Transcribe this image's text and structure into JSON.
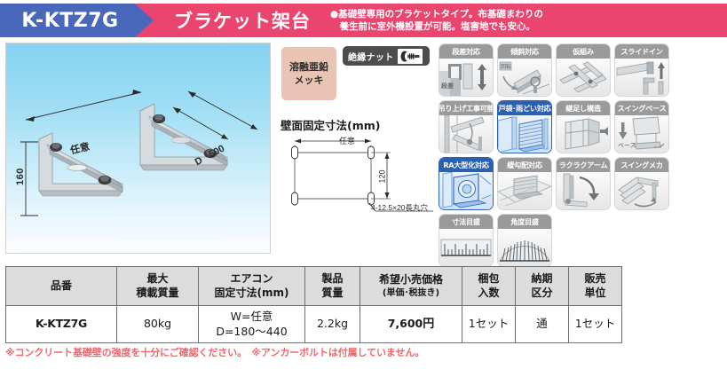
{
  "banner": {
    "product_code": "K-KTZ7G",
    "title": "ブラケット架台",
    "description": "●基礎壁専用のブラケットタイプ。布基礎まわりの\n　養生前に室外機設置が可能。塩害地でも安心。",
    "blue": "#4a68bb",
    "pink": "#e9456e"
  },
  "photo": {
    "name": "bracket-product-photo",
    "dimensions": {
      "height": "160",
      "width_label": "任意",
      "depth_max": "500",
      "depth_letter": "D"
    }
  },
  "middle": {
    "galvanize_badge": {
      "line1": "溶融亜鉛",
      "line2": "メッキ",
      "color": "#e9c3b3"
    },
    "nut_badge": {
      "label": "絶縁ナット",
      "icon": "insulating-nut-icon",
      "color": "#4d4d4d"
    },
    "wall_diagram": {
      "title": "壁面固定寸法(mm)",
      "width_label": "任意",
      "height_label": "120",
      "hole_note": "4-12.5×20長丸穴"
    }
  },
  "features": [
    {
      "label": "段差対応",
      "icon": "step-clearance-icon",
      "highlight": false,
      "sub": "段差"
    },
    {
      "label": "傾斜対応",
      "icon": "slope-adaptive-icon",
      "highlight": false,
      "sub": "回転"
    },
    {
      "label": "仮組み",
      "icon": "pre-assembly-icon",
      "highlight": false,
      "sub": ""
    },
    {
      "label": "スライドイン",
      "icon": "slide-in-icon",
      "highlight": false,
      "sub": ""
    },
    {
      "label": "吊り上げ工事可能",
      "icon": "hoisting-work-icon",
      "highlight": false,
      "sub": ""
    },
    {
      "label": "戸袋･雨どい対応",
      "icon": "shutter-gutter-icon",
      "highlight": true,
      "sub": ""
    },
    {
      "label": "継足し構造",
      "icon": "extension-structure-icon",
      "highlight": false,
      "sub": ""
    },
    {
      "label": "スイングベース",
      "icon": "swing-base-icon",
      "highlight": false,
      "sub": "ベース"
    },
    {
      "label": "RA大型化対応",
      "icon": "large-ra-unit-icon",
      "highlight": true,
      "sub": ""
    },
    {
      "label": "緩勾配対応",
      "icon": "gentle-slope-icon",
      "highlight": false,
      "sub": ""
    },
    {
      "label": "ラクラクアーム",
      "icon": "easy-arm-icon",
      "highlight": false,
      "sub": ""
    },
    {
      "label": "スイングメカ",
      "icon": "swing-mechanism-icon",
      "highlight": false,
      "sub": ""
    },
    {
      "label": "寸法目盛",
      "icon": "dimension-scale-icon",
      "highlight": false,
      "sub": ""
    },
    {
      "label": "角度目盛",
      "icon": "angle-scale-icon",
      "highlight": false,
      "sub": ""
    }
  ],
  "table": {
    "headers": [
      {
        "line1": "品番",
        "line2": ""
      },
      {
        "line1": "最大",
        "line2": "積載質量"
      },
      {
        "line1": "エアコン",
        "line2": "固定寸法(mm)"
      },
      {
        "line1": "製品",
        "line2": "質量"
      },
      {
        "line1": "希望小売価格",
        "line2": "(単価･税抜き)"
      },
      {
        "line1": "梱包",
        "line2": "入数"
      },
      {
        "line1": "納期",
        "line2": "区分"
      },
      {
        "line1": "販売",
        "line2": "単位"
      }
    ],
    "row": {
      "code": "K-KTZ7G",
      "max_load": "80kg",
      "ac_dim_line1": "W=任意",
      "ac_dim_line2": "D=180～440",
      "product_weight": "2.2kg",
      "price": "7,600",
      "price_unit": "円",
      "package_qty": "1セット",
      "lead_time": "通",
      "sales_unit": "1セット"
    },
    "code_color": "#1c5fc4",
    "price_color": "#ec008c"
  },
  "footnote": "※コンクリート基礎壁の強度を十分にご確認ください。　※アンカーボルトは付属していません。"
}
